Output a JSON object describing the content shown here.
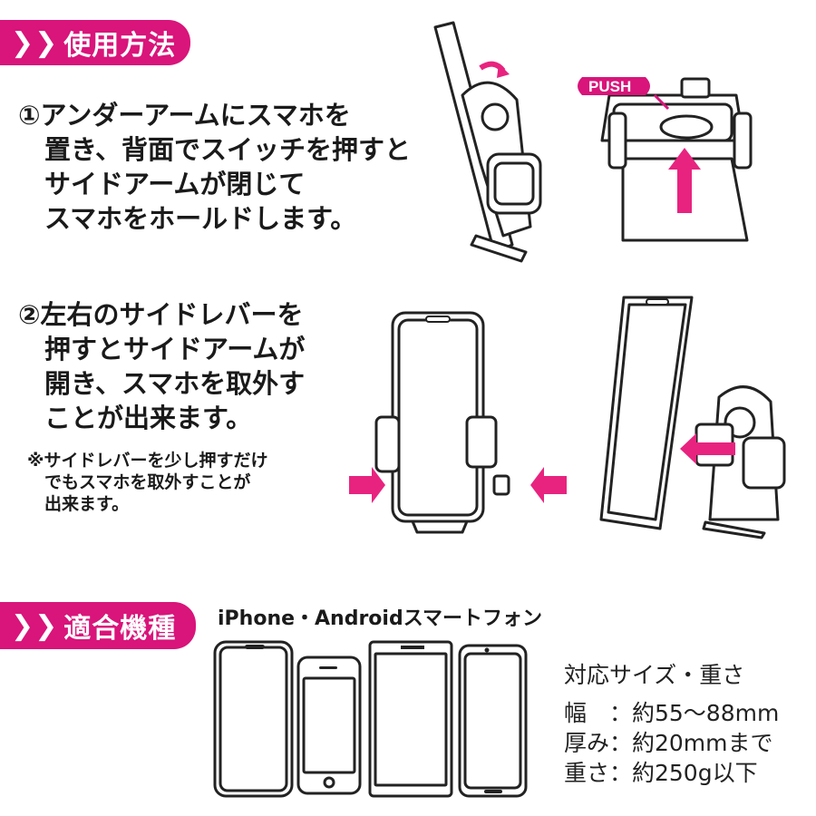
{
  "section1": {
    "heading_mark": "❯❯",
    "heading": "使用方法",
    "step1": "①アンダーアームにスマホを\n　置き、背面でスイッチを押すと\n　サイドアームが閉じて\n　スマホをホールドします。",
    "push_label": "PUSH",
    "step2": "②左右のサイドレバーを\n　押すとサイドアームが\n　開き、スマホを取外す\n　ことが出来ます。",
    "note": "※サイドレバーを少し押すだけ\n　でもスマホを取外すことが\n　出来ます。"
  },
  "section2": {
    "heading_mark": "❯❯",
    "heading": "適合機種",
    "devices_label": "iPhone・Androidスマートフォン",
    "spec_title": "対応サイズ・重さ",
    "spec_width": "幅　：約55〜88mm",
    "spec_thickness": "厚み：約20mmまで",
    "spec_weight": "重さ：約250g以下"
  },
  "colors": {
    "accent": "#d9147a",
    "arrow": "#e8237f"
  }
}
